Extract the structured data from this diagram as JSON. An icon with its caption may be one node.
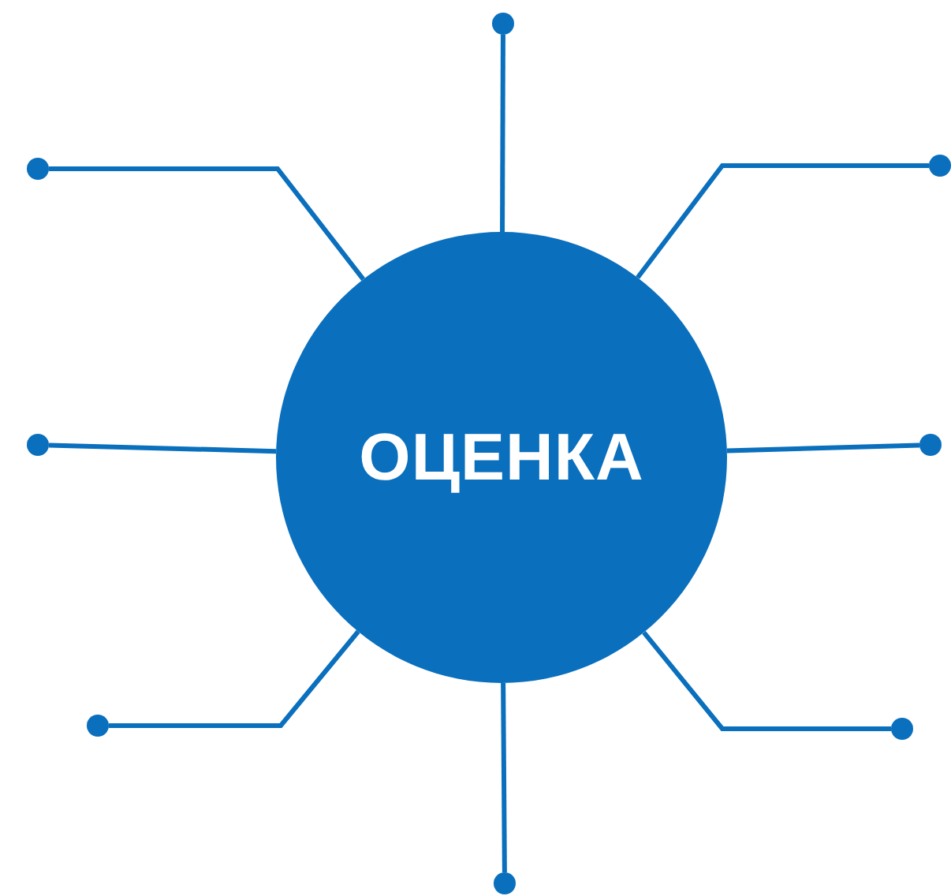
{
  "diagram": {
    "nodes": [
      {
        "text": [
          "ОЦЕНКА"
        ]
      },
      {
        "text": [],
        "shape": "circle"
      },
      {
        "text": [],
        "shape": "circle"
      },
      {
        "text": [],
        "shape": "circle"
      },
      {
        "text": [],
        "shape": "circle"
      },
      {
        "text": [],
        "shape": "circle"
      },
      {
        "text": [],
        "shape": "circle"
      },
      {
        "text": [],
        "shape": "circle"
      },
      {
        "text": [],
        "shape": "circle"
      }
    ],
    "edges": [
      {
        "from": 0,
        "to": 1,
        "arrow": "none"
      },
      {
        "from": 0,
        "to": 2,
        "arrow": "none"
      },
      {
        "from": 0,
        "to": 3,
        "arrow": "none"
      },
      {
        "from": 0,
        "to": 4,
        "arrow": "none"
      },
      {
        "from": 0,
        "to": 5,
        "arrow": "none"
      },
      {
        "from": 0,
        "to": 6,
        "arrow": "none"
      },
      {
        "from": 0,
        "to": 7,
        "arrow": "none"
      },
      {
        "from": 0,
        "to": 8,
        "arrow": "none"
      }
    ]
  }
}
